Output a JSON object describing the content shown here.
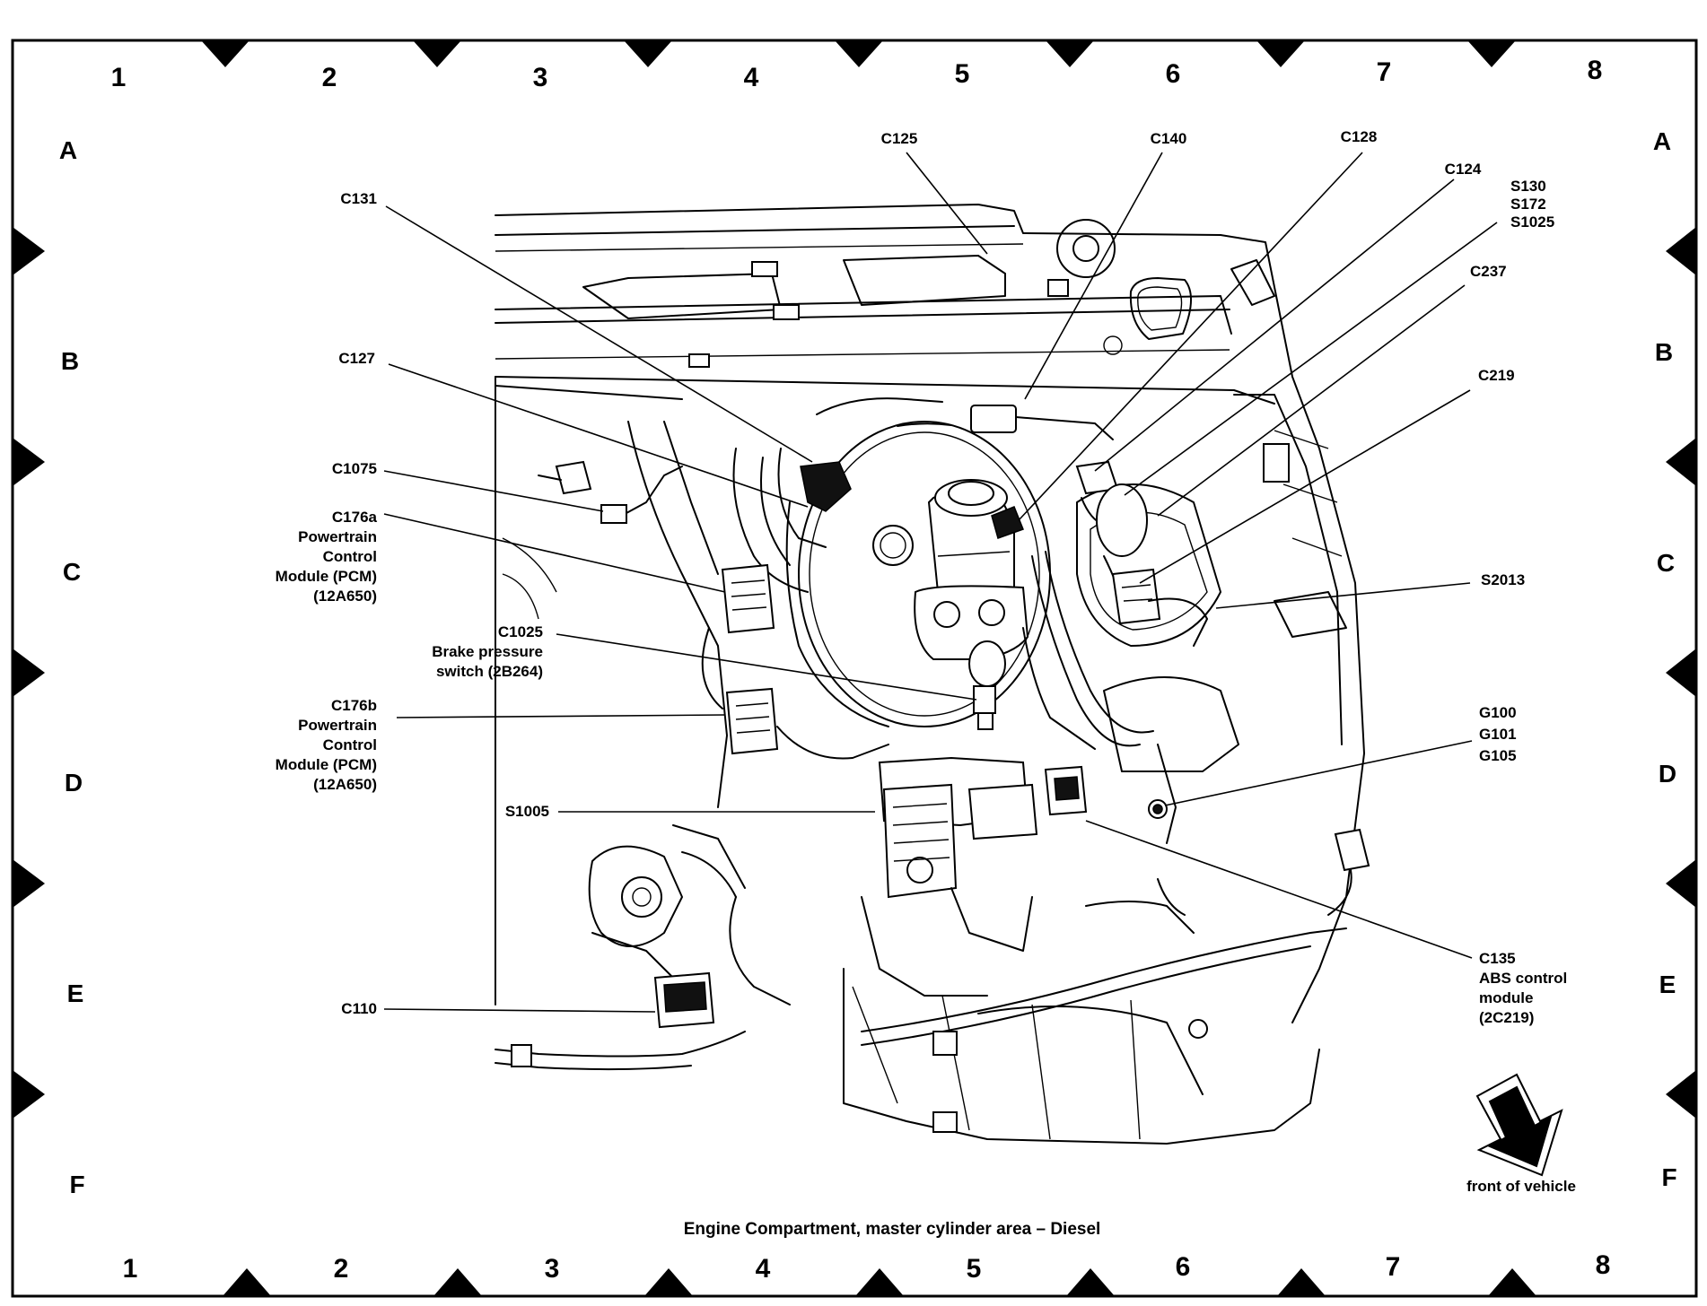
{
  "grid": {
    "columns": [
      "1",
      "2",
      "3",
      "4",
      "5",
      "6",
      "7",
      "8"
    ],
    "rows": [
      "A",
      "B",
      "C",
      "D",
      "E",
      "F"
    ]
  },
  "callouts": {
    "c125": "C125",
    "c140": "C140",
    "c128": "C128",
    "c124": "C124",
    "s130": "S130",
    "s172": "S172",
    "s1025": "S1025",
    "c237": "C237",
    "c131": "C131",
    "c127": "C127",
    "c219": "C219",
    "c1075": "C1075",
    "c176a": [
      "C176a",
      "Powertrain",
      "Control",
      "Module (PCM)",
      "(12A650)"
    ],
    "c1025": [
      "C1025",
      "Brake pressure",
      "switch (2B264)"
    ],
    "s2013": "S2013",
    "c176b": [
      "C176b",
      "Powertrain",
      "Control",
      "Module (PCM)",
      "(12A650)"
    ],
    "g100": "G100",
    "g101": "G101",
    "g105": "G105",
    "s1005": "S1005",
    "c135": [
      "C135",
      "ABS control",
      "module",
      "(2C219)"
    ],
    "c110": "C110"
  },
  "front_of_vehicle": "front of vehicle",
  "caption": "Engine Compartment, master cylinder area – Diesel"
}
